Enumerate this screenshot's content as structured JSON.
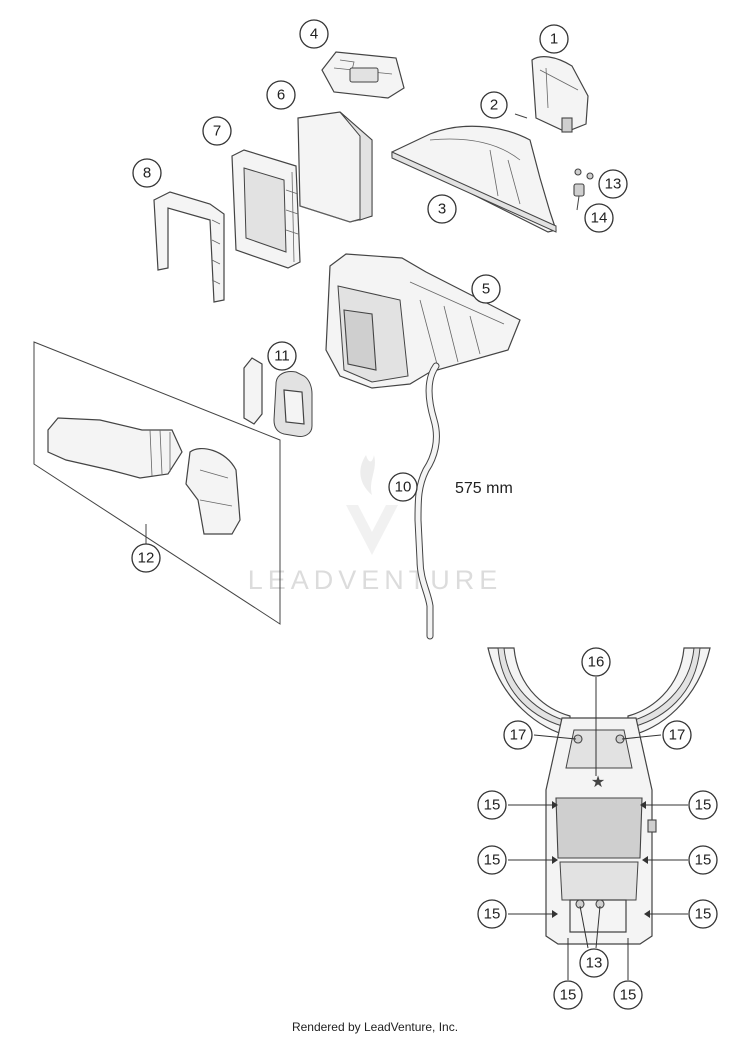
{
  "diagram": {
    "callouts": {
      "c1": "1",
      "c2": "2",
      "c3": "3",
      "c4": "4",
      "c5": "5",
      "c6": "6",
      "c7": "7",
      "c8": "8",
      "c10": "10",
      "c11": "11",
      "c12": "12",
      "c13": "13",
      "c14": "14",
      "c16": "16",
      "c17": "17",
      "c15": "15"
    },
    "hose_length": "575 mm"
  },
  "watermark": {
    "brand": "LEADVENTURE"
  },
  "footer": {
    "credit": "Rendered by LeadVenture, Inc."
  }
}
